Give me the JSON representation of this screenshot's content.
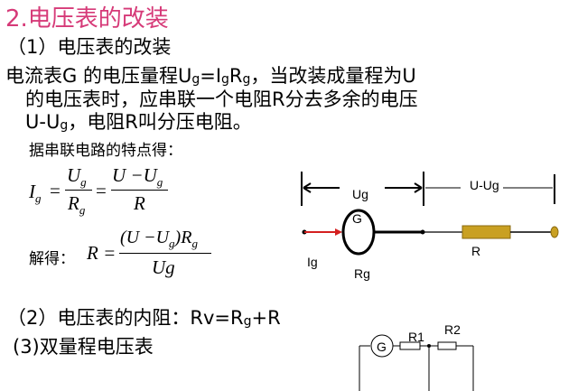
{
  "title": "2.电压表的改装",
  "section1": {
    "heading": "（1）电压表的改装",
    "para": {
      "l1a": "电流表G 的电压量程U",
      "l1b": "g",
      "l1c": "=I",
      "l1d": "g",
      "l1e": "R",
      "l1f": "g",
      "l1g": "，当改装成量程为U",
      "l2": "的电压表时，应串联一个电阻R分去多余的电压",
      "l3a": "U-U",
      "l3b": "g",
      "l3c": "，电阻R叫分压电阻。"
    },
    "note": "据串联电路的特点得：",
    "formula1": {
      "lhs": "I",
      "lhs_sub": "g",
      "eq": "=",
      "n1": "U",
      "n1_sub": "g",
      "d1": "R",
      "d1_sub": "g",
      "eq2": "=",
      "n2": "U −U",
      "n2_sub": "g",
      "d2": "R"
    },
    "formula2": {
      "prefix": "解得：",
      "lhs": "R =",
      "num_a": "(U −U",
      "num_sub": "g",
      "num_b": ")R",
      "num_sub2": "g",
      "den": "Ug"
    }
  },
  "diagram1": {
    "ug": "Ug",
    "u_minus_ug": "U-Ug",
    "g": "G",
    "r": "R",
    "ig": "Ig",
    "rg": "Rg",
    "colors": {
      "arrow": "#d42020",
      "resistor": "#c9a022"
    }
  },
  "section2": {
    "a": "（2）电压表的内阻：Rv=R",
    "sub": "g",
    "b": "+R"
  },
  "section3": {
    "label": "(3)双量程电压表"
  },
  "diagram2": {
    "g": "G",
    "r1": "R1",
    "r2": "R2"
  }
}
